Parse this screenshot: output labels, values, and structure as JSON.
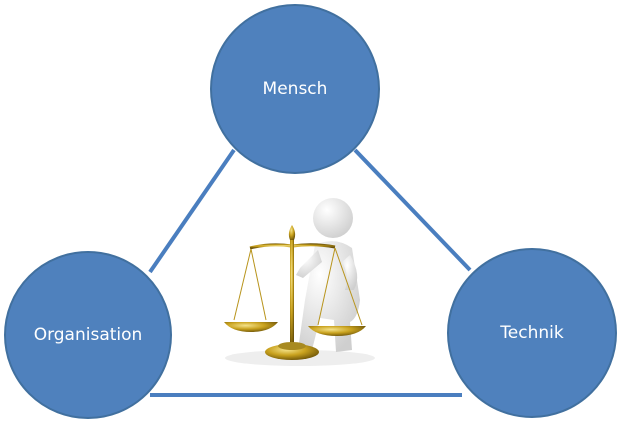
{
  "nodes": {
    "top": "Mensch",
    "left": "Organisation",
    "right": "Technik"
  },
  "colors": {
    "circle": "#4f81bd",
    "circle_border": "#3f6fa8",
    "connector": "#4a7ebf",
    "gold": "#c9a21e"
  }
}
